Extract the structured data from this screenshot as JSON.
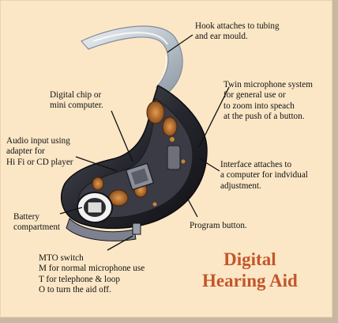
{
  "title": {
    "line1": "Digital",
    "line2": "Hearing Aid",
    "color": "#c3562a"
  },
  "labels": {
    "hook": [
      "Hook attaches to tubing",
      "and ear mould."
    ],
    "chip": [
      "Digital chip or",
      "mini computer."
    ],
    "twin_mic": [
      "Twin microphone system",
      "for general use or",
      "to zoom into speach",
      "at the push of a button."
    ],
    "audio_input": [
      "Audio input using",
      "adapter for",
      "Hi Fi or CD player"
    ],
    "interface": [
      "Interface attaches to",
      "a computer for indvidual",
      "adjustment."
    ],
    "battery": [
      "Battery",
      "compartment"
    ],
    "program": [
      "Program button."
    ],
    "mto": [
      "MTO switch",
      "M  for normal microphone use",
      "T  for telephone & loop",
      "O  to turn the aid off."
    ]
  },
  "colors": {
    "background": "#fbe7c6",
    "hook": "#c4cdd6",
    "shell": "#2a2a33",
    "copper": "#b8702e"
  }
}
